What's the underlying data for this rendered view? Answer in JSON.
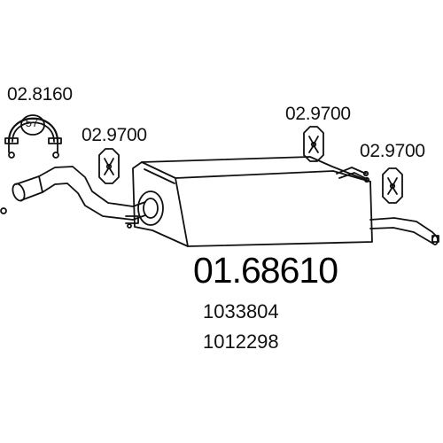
{
  "labels": {
    "clamp": "02.8160",
    "clamp_size": "57",
    "hanger_1": "02.9700",
    "hanger_2": "02.9700",
    "hanger_3": "02.9700"
  },
  "part": {
    "main_number": "01.68610",
    "alt_number_1": "1033804",
    "alt_number_2": "1012298"
  },
  "colors": {
    "line": "#111111",
    "background": "#ffffff"
  }
}
